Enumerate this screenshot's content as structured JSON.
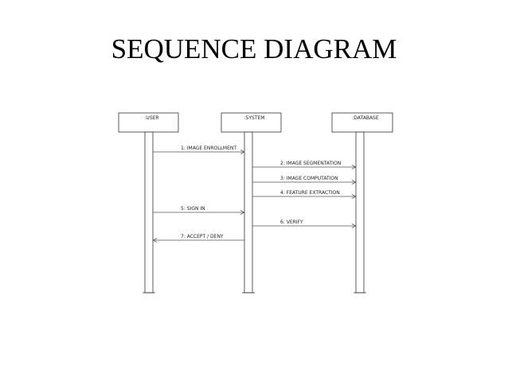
{
  "title": "SEQUENCE DIAGRAM",
  "diagram": {
    "type": "sequence",
    "participants": [
      {
        "id": "user",
        "label": ":USER"
      },
      {
        "id": "system",
        "label": ":SYSTEM"
      },
      {
        "id": "database",
        "label": ":DATABASE"
      }
    ],
    "messages": [
      {
        "from": "user",
        "to": "system",
        "label": "1: IMAGE ENROLLMENT"
      },
      {
        "from": "system",
        "to": "database",
        "label": "2: IMAGE SEGMENTATION"
      },
      {
        "from": "system",
        "to": "database",
        "label": "3: IMAGE COMPUTATION"
      },
      {
        "from": "system",
        "to": "database",
        "label": "4: FEATURE EXTRACTION"
      },
      {
        "from": "user",
        "to": "system",
        "label": "5: SIGN IN"
      },
      {
        "from": "system",
        "to": "database",
        "label": "6: VERIFY"
      },
      {
        "from": "system",
        "to": "user",
        "label": "7: ACCEPT / DENY"
      }
    ]
  },
  "colors": {
    "line": "#555555",
    "box_stroke": "#333333",
    "text": "#222222",
    "background": "#ffffff"
  }
}
